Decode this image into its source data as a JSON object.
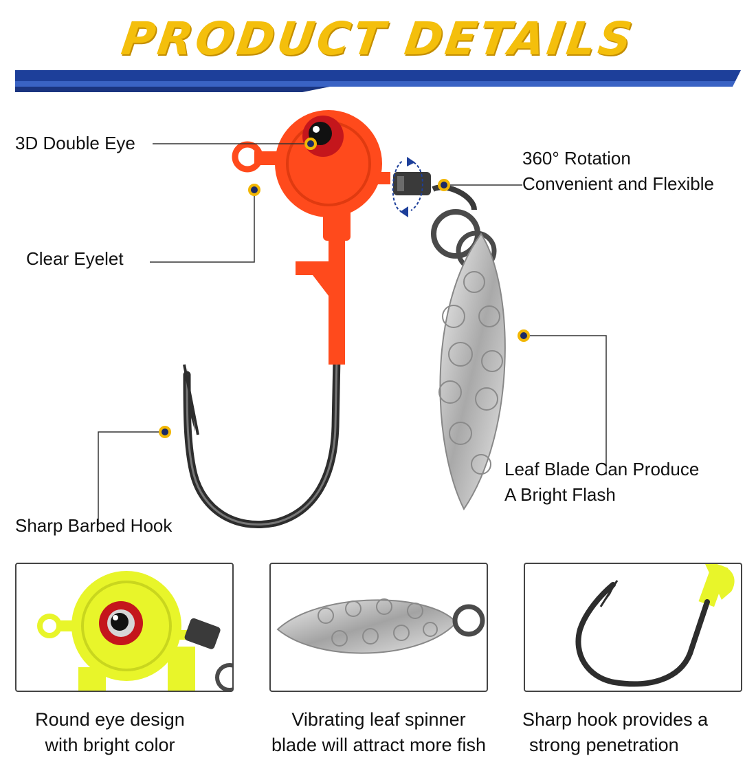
{
  "title": "PRODUCT DETAILS",
  "callouts": {
    "eye": "3D Double Eye",
    "eyelet": "Clear Eyelet",
    "rotation_line1": "360° Rotation",
    "rotation_line2": "Convenient and Flexible",
    "blade_line1": "Leaf Blade Can Produce",
    "blade_line2": "A Bright Flash",
    "hook": "Sharp Barbed Hook"
  },
  "features": [
    {
      "line1": "Round eye design",
      "line2": "with bright color"
    },
    {
      "line1": "Vibrating leaf spinner",
      "line2": "blade will attract more fish"
    },
    {
      "line1": "Sharp hook provides a",
      "line2": "strong penetration"
    }
  ],
  "colors": {
    "title_yellow": "#f4bf0c",
    "banner_blue": "#1d3f9a",
    "jig_orange": "#ff4a1c",
    "jig_chartreuse": "#e8f52a",
    "marker_gold": "#f2b705",
    "marker_navy": "#1c2a66"
  },
  "icons": [
    "fishing-jig-icon",
    "spinner-blade-icon",
    "barbed-hook-icon",
    "rotation-arrows-icon"
  ]
}
